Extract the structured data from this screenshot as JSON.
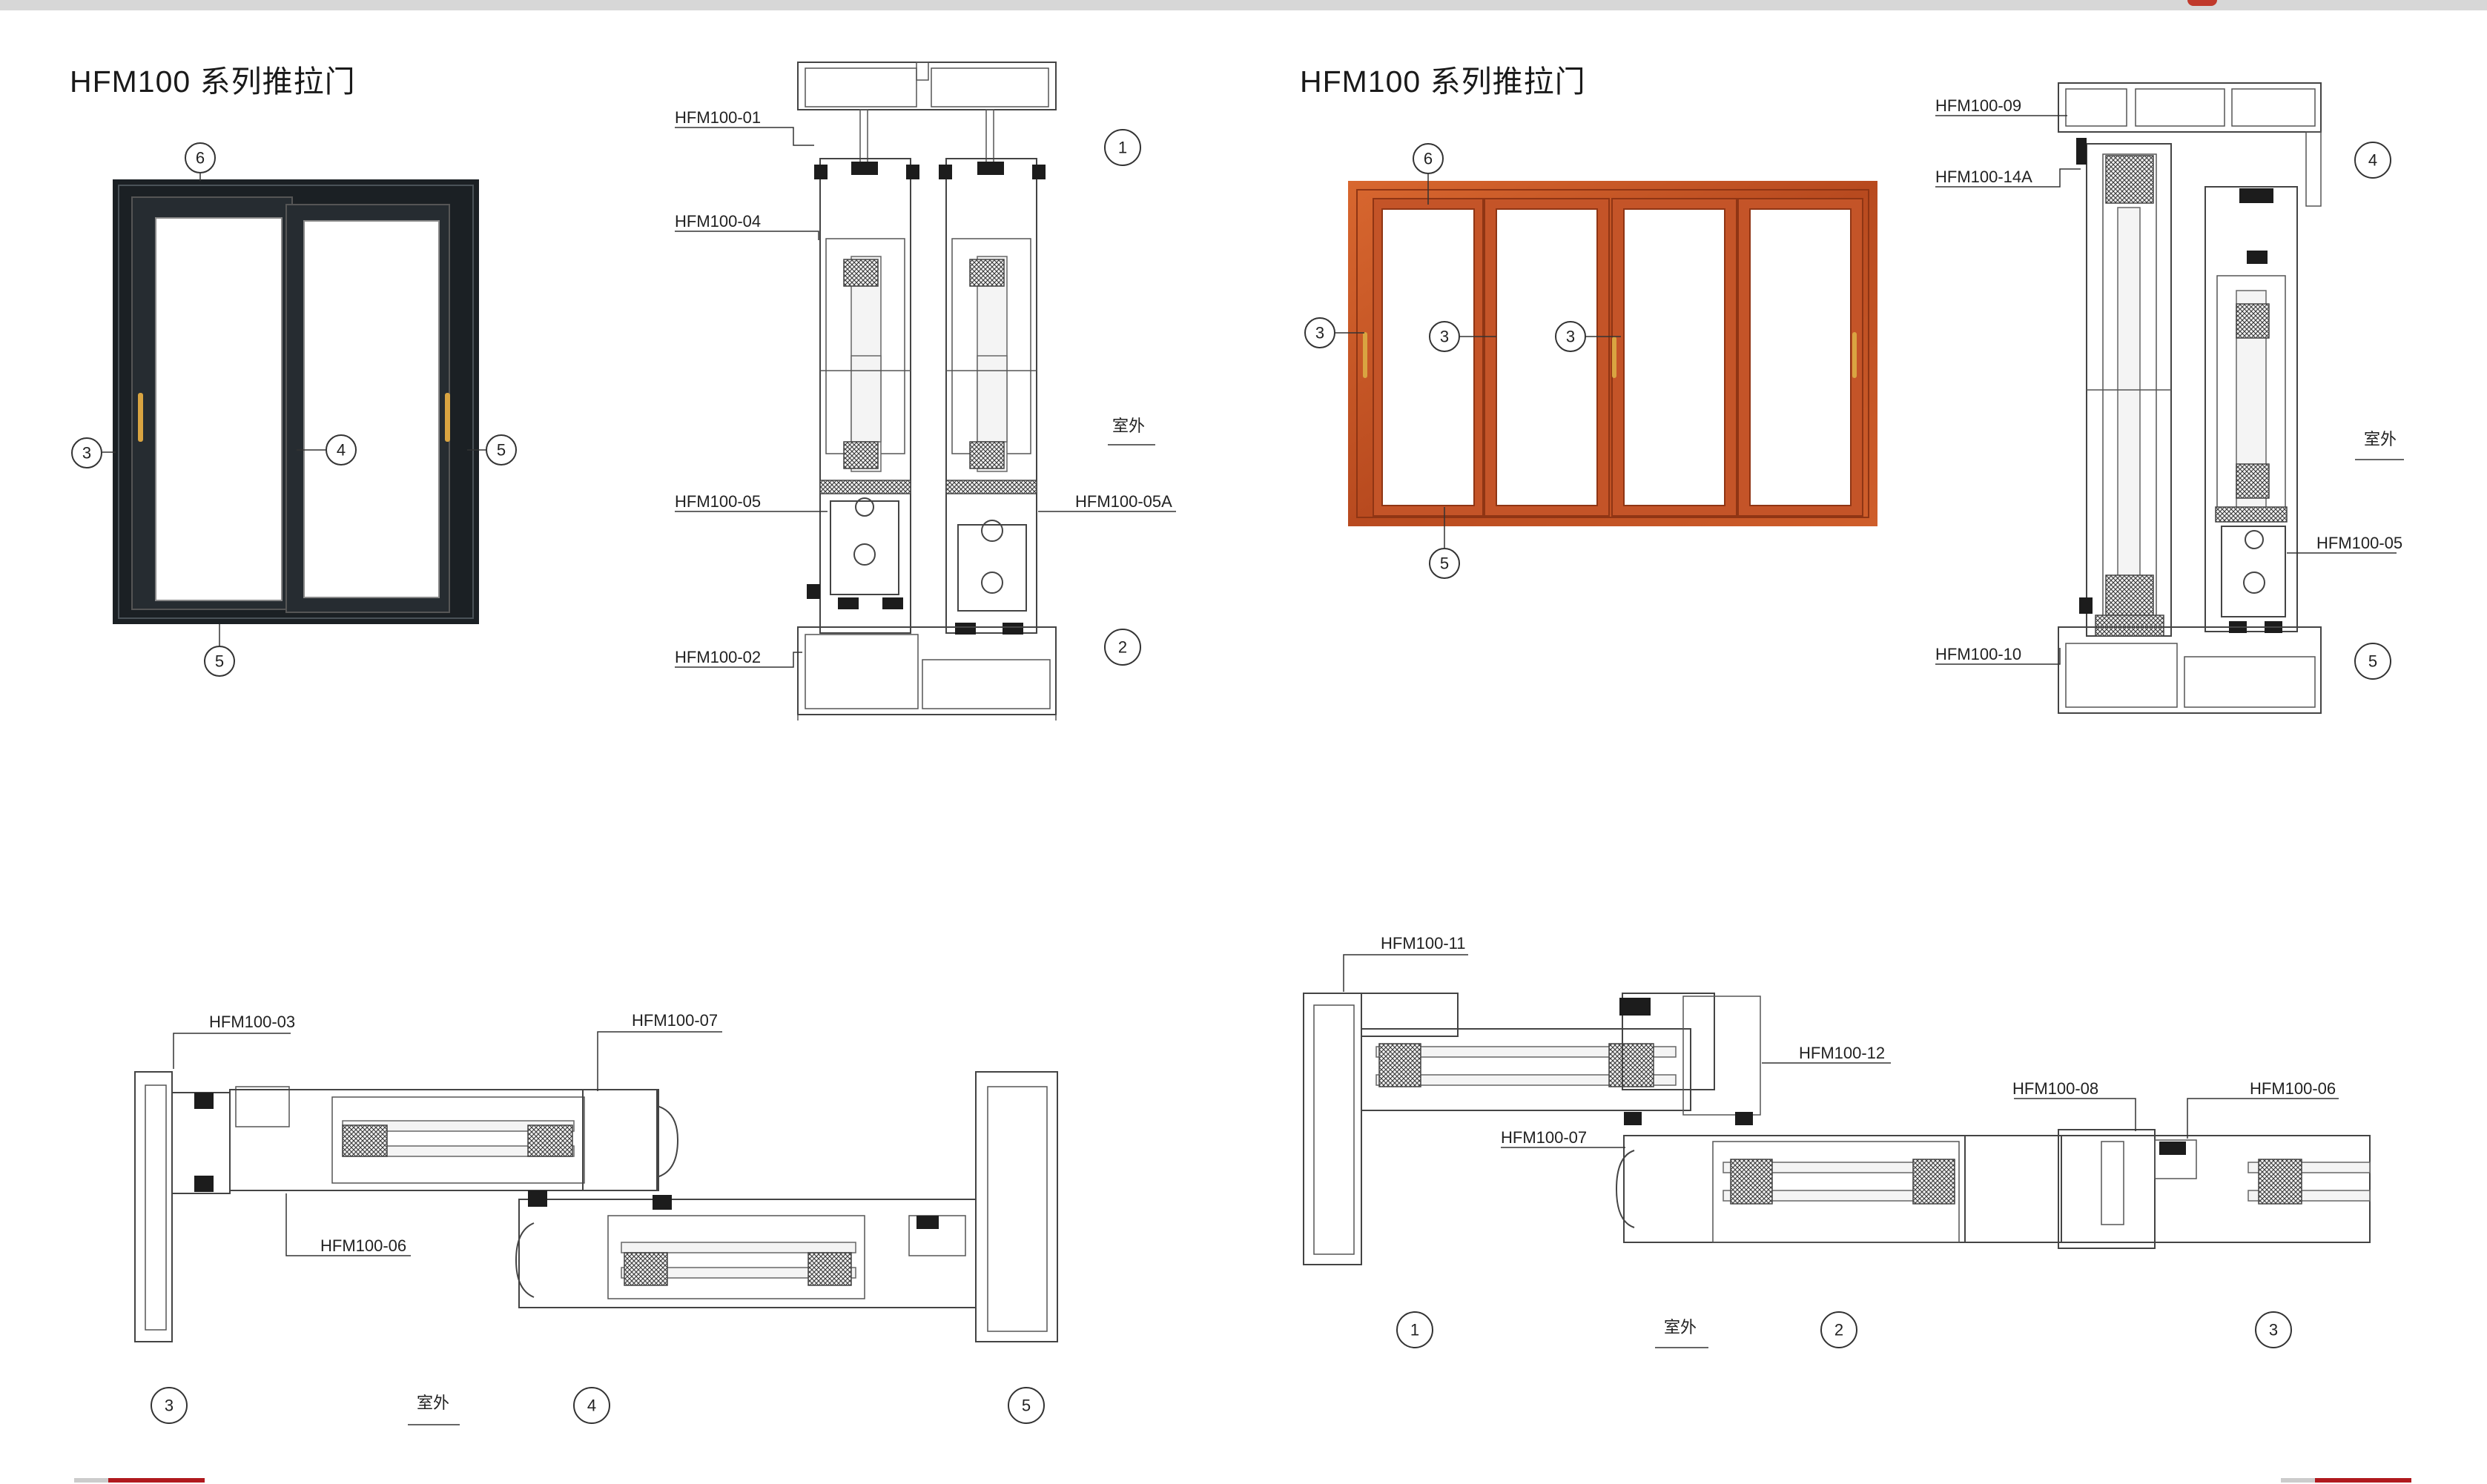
{
  "left": {
    "title": "HFM100 系列推拉门",
    "door_callouts": [
      "6",
      "3",
      "4",
      "5",
      "5"
    ],
    "vertical_section": {
      "parts": [
        "HFM100-01",
        "HFM100-04",
        "HFM100-05",
        "HFM100-05A",
        "HFM100-02"
      ],
      "outdoor_label": "室外",
      "callouts": [
        "1",
        "2"
      ]
    },
    "horizontal_section": {
      "parts": [
        "HFM100-03",
        "HFM100-07",
        "HFM100-06"
      ],
      "outdoor_label": "室外",
      "callouts": [
        "3",
        "4",
        "5"
      ]
    }
  },
  "right": {
    "title": "HFM100 系列推拉门",
    "door_callouts": [
      "6",
      "3",
      "3",
      "3",
      "5"
    ],
    "vertical_section": {
      "parts": [
        "HFM100-09",
        "HFM100-14A",
        "HFM100-05",
        "HFM100-10"
      ],
      "outdoor_label": "室外",
      "callouts": [
        "4",
        "5"
      ]
    },
    "horizontal_section": {
      "parts": [
        "HFM100-11",
        "HFM100-12",
        "HFM100-08",
        "HFM100-06",
        "HFM100-07"
      ],
      "outdoor_label": "室外",
      "callouts": [
        "1",
        "2",
        "3"
      ]
    }
  },
  "colors": {
    "black_door_frame": "#1b2024",
    "wood_door_frame": "#c8562a",
    "handle": "#d9a441",
    "accent_red": "#b0191e"
  }
}
